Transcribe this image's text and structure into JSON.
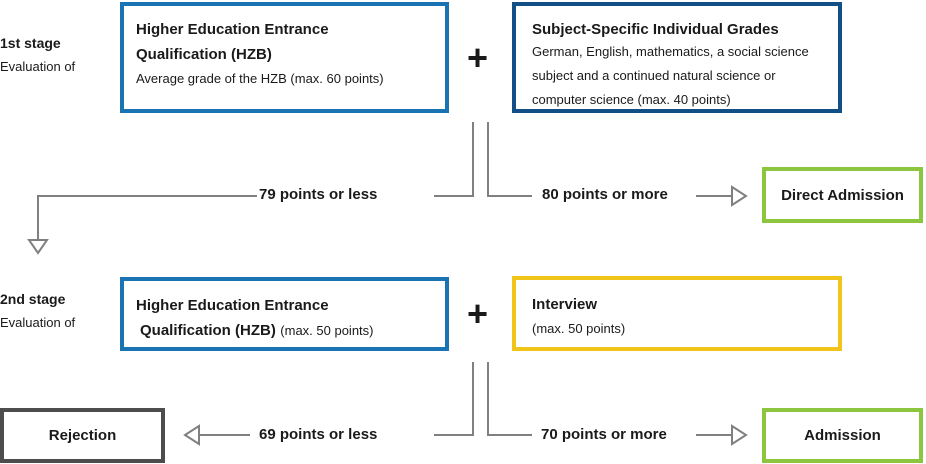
{
  "stage1": {
    "title": "1st stage",
    "subtitle": "Evaluation of",
    "box_left": {
      "title_line1": "Higher Education Entrance",
      "title_line2": "Qualification (HZB)",
      "text": "Average grade of the HZB (max. 60 points)"
    },
    "plus": "+",
    "box_right": {
      "title": "Subject-Specific Individual Grades",
      "text_line1": "German, English, mathematics, a social science",
      "text_line2": "subject and a continued natural science or",
      "text_line3": "computer science (max. 40 points)"
    },
    "left_branch": "79 points or less",
    "right_branch": "80 points or more",
    "outcome": "Direct Admission"
  },
  "stage2": {
    "title": "2nd stage",
    "subtitle": "Evaluation of",
    "box_left": {
      "title_line1": "Higher Education Entrance",
      "title_line2": "Qualification (HZB)",
      "text": "(max. 50 points)"
    },
    "plus": "+",
    "box_right": {
      "title": "Interview",
      "text": "(max. 50 points)"
    },
    "left_branch": "69 points or less",
    "right_branch": "70 points or more",
    "left_outcome": "Rejection",
    "right_outcome": "Admission"
  },
  "colors": {
    "blue": "#1a74b4",
    "navy": "#124f87",
    "yellow": "#f0c419",
    "green": "#8cc63f",
    "gray": "#4d4d4d",
    "connector": "#808080"
  }
}
